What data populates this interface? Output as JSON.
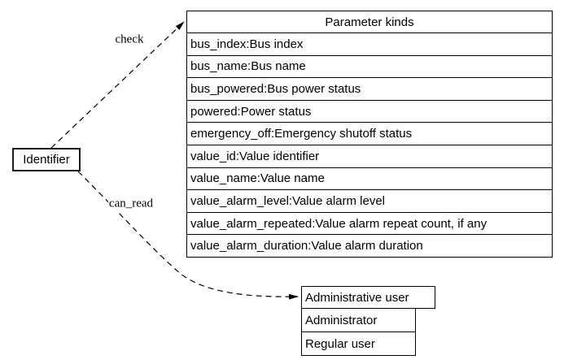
{
  "diagram": {
    "background_color": "#ffffff",
    "line_color": "#000000"
  },
  "identifier_node": {
    "label": "Identifier"
  },
  "edges": {
    "check": {
      "label": "check",
      "from": "Identifier",
      "to": "Parameter kinds",
      "style": "dashed"
    },
    "can_read": {
      "label": "can_read",
      "from": "Identifier",
      "to": "Administrative user",
      "style": "dashed"
    }
  },
  "parameter_kinds_table": {
    "title": "Parameter kinds",
    "rows": [
      "bus_index:Bus index",
      "bus_name:Bus name",
      "bus_powered:Bus power status",
      "powered:Power status",
      "emergency_off:Emergency shutoff status",
      "value_id:Value identifier",
      "value_name:Value name",
      "value_alarm_level:Value alarm level",
      "value_alarm_repeated:Value alarm repeat count, if any",
      "value_alarm_duration:Value alarm duration"
    ]
  },
  "admin_table": {
    "title": "Administrative user",
    "rows": [
      "Administrator",
      "Regular user"
    ]
  }
}
